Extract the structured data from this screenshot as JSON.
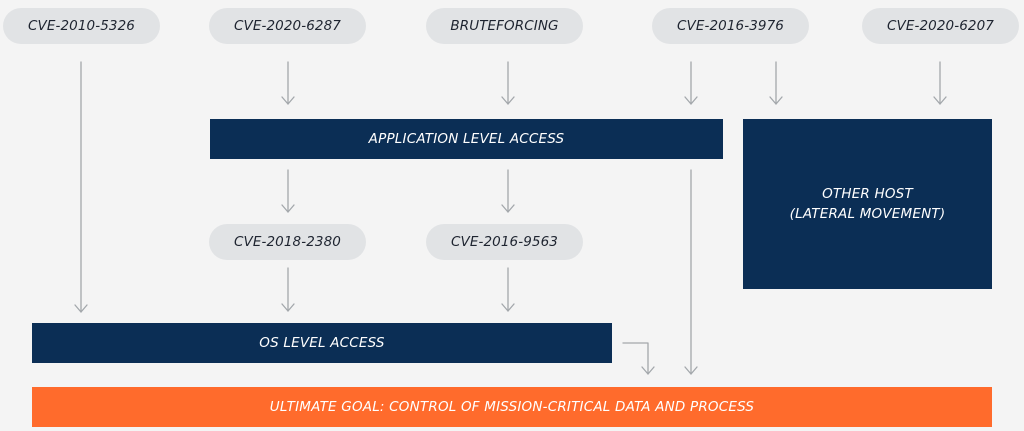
{
  "colors": {
    "background": "#f4f4f4",
    "pill": "#e1e3e5",
    "access_box": "#0b2e55",
    "goal_box": "#ff6b2c",
    "arrow": "#a3a7ab"
  },
  "nodes": {
    "cve_2010_5326": "CVE-2010-5326",
    "cve_2020_6287": "CVE-2020-6287",
    "bruteforcing": "BRUTEFORCING",
    "cve_2016_3976": "CVE-2016-3976",
    "cve_2020_6207": "CVE-2020-6207",
    "application_level_access": "APPLICATION LEVEL ACCESS",
    "other_host_line1": "OTHER HOST",
    "other_host_line2": "(LATERAL MOVEMENT)",
    "cve_2018_2380": "CVE-2018-2380",
    "cve_2016_9563": "CVE-2016-9563",
    "os_level_access": "OS LEVEL ACCESS",
    "ultimate_goal": "ULTIMATE GOAL: CONTROL OF MISSION-CRITICAL DATA AND PROCESS"
  }
}
